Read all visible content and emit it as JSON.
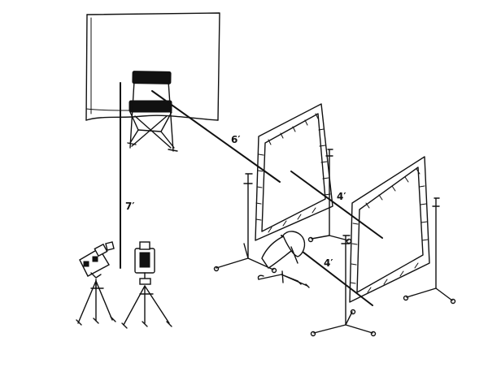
{
  "diagram": {
    "distances": {
      "camera_to_subject": "7′",
      "subject_to_front_frame": "6′",
      "front_frame_to_rear_frame": "4′",
      "light_to_rear_frame": "4′"
    },
    "objects": [
      {
        "name": "backdrop",
        "icon": "backdrop-icon"
      },
      {
        "name": "director-chair",
        "icon": "chair-icon"
      },
      {
        "name": "video-camera",
        "icon": "video-camera-icon"
      },
      {
        "name": "monitor",
        "icon": "monitor-icon"
      },
      {
        "name": "front-diffusion-frame",
        "icon": "frame-icon"
      },
      {
        "name": "rear-diffusion-frame",
        "icon": "frame-icon"
      },
      {
        "name": "light",
        "icon": "light-icon"
      }
    ]
  }
}
